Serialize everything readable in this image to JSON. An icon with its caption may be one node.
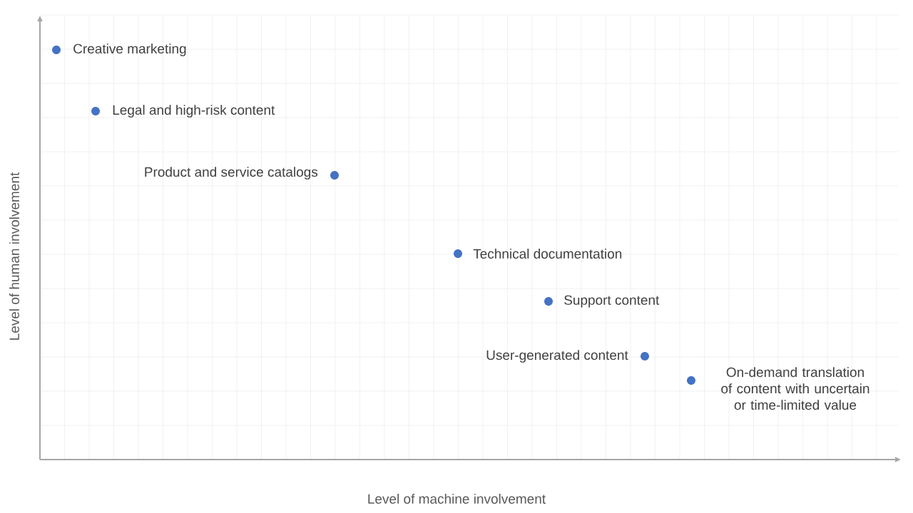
{
  "diagram": {
    "nodes": [
      {
        "text": [],
        "shape": "circle",
        "beside": [
          "Creative marketing"
        ]
      },
      {
        "text": [],
        "shape": "circle",
        "beside": [
          "Legal and high-risk content"
        ]
      },
      {
        "text": [],
        "shape": "circle",
        "beside": [
          "Product and service catalogs"
        ]
      },
      {
        "text": [],
        "shape": "circle",
        "beside": [
          "Technical documentation"
        ]
      },
      {
        "text": [],
        "shape": "circle",
        "beside": [
          "Support content"
        ]
      },
      {
        "text": [],
        "shape": "circle",
        "beside": [
          "User-generated content"
        ]
      },
      {
        "text": [],
        "shape": "circle",
        "beside": [
          "On-demand translation of content with uncertain or time-limited value"
        ]
      }
    ],
    "labels": [
      "Level of human involvement",
      "Level of machine involvement"
    ]
  }
}
